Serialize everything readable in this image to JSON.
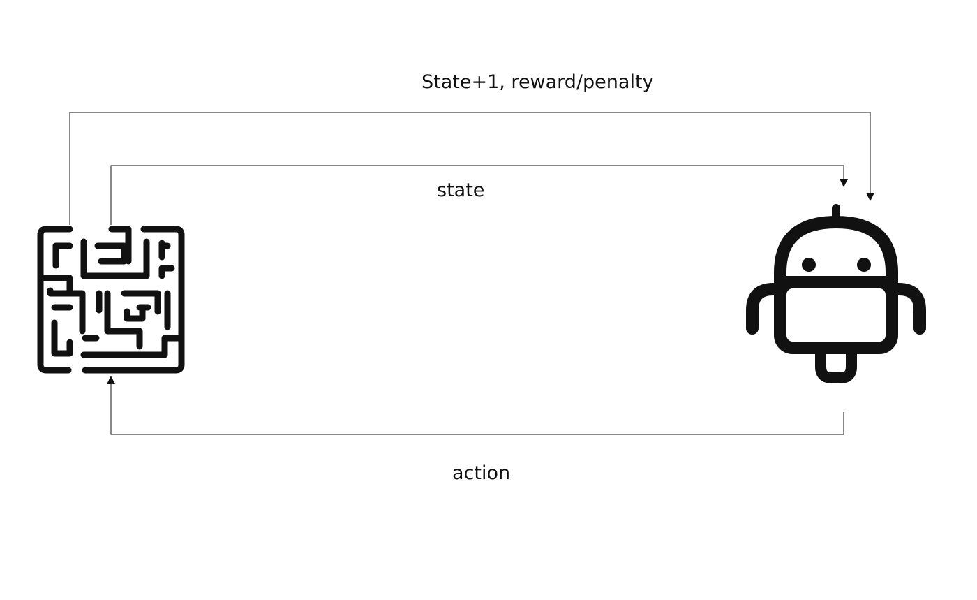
{
  "labels": {
    "reward_feedback": "State+1, reward/penalty",
    "state": "state",
    "action": "action"
  },
  "nodes": [
    {
      "id": "environment",
      "icon": "maze-icon"
    },
    {
      "id": "agent",
      "icon": "robot-icon"
    }
  ],
  "edges": [
    {
      "from": "environment",
      "to": "agent",
      "label_key": "reward_feedback"
    },
    {
      "from": "environment",
      "to": "agent",
      "label_key": "state"
    },
    {
      "from": "agent",
      "to": "environment",
      "label_key": "action"
    }
  ],
  "colors": {
    "stroke": "#111111",
    "background": "#ffffff"
  }
}
